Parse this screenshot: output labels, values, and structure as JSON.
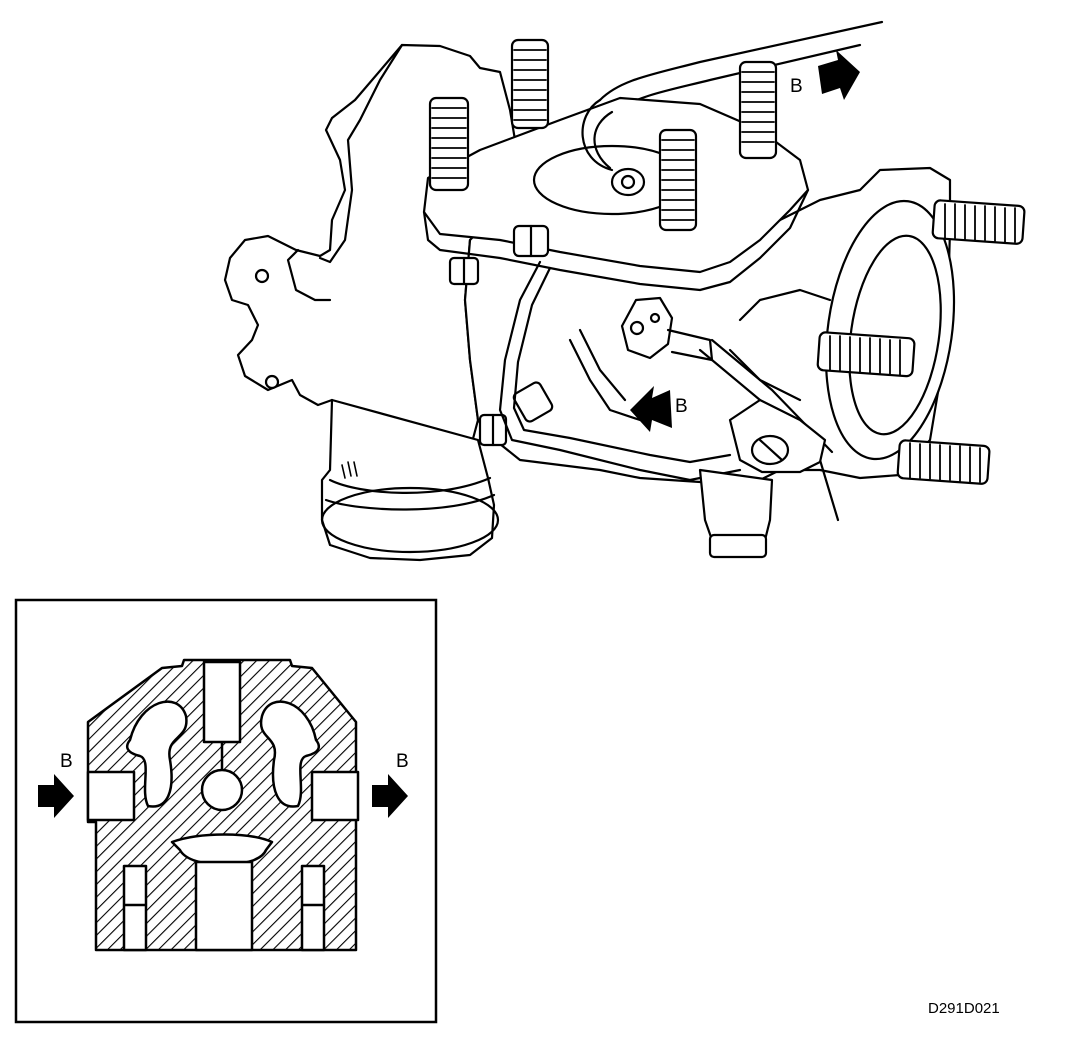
{
  "callouts": {
    "arrow_top": "B",
    "arrow_mid": "B",
    "inset_left": "B",
    "inset_right": "B"
  },
  "figure_code": "D291D021",
  "colors": {
    "ink": "#000000",
    "paper": "#ffffff"
  },
  "icons": [
    "flow-arrow-icon"
  ]
}
